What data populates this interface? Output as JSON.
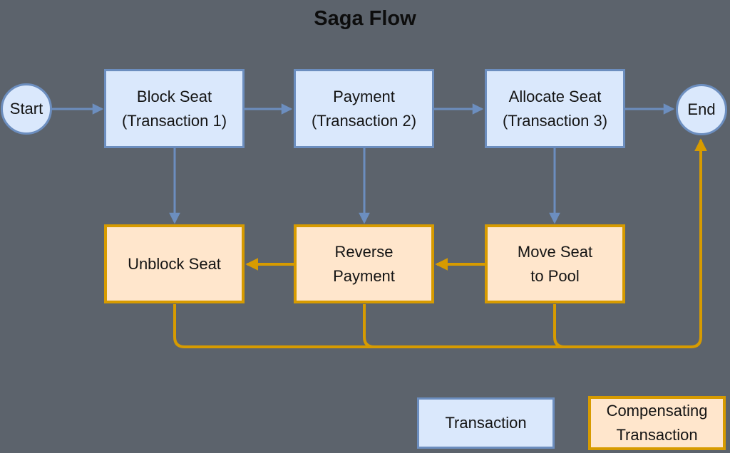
{
  "title": "Saga Flow",
  "colors": {
    "background": "#5C636C",
    "transaction_fill": "#DAE8FC",
    "transaction_stroke": "#6C8EBF",
    "compensating_fill": "#FFE6CC",
    "compensating_stroke": "#D79B00",
    "text": "#141414"
  },
  "nodes": {
    "start": {
      "label": "Start"
    },
    "block_seat": {
      "line1": "Block Seat",
      "line2": "(Transaction 1)"
    },
    "payment": {
      "line1": "Payment",
      "line2": "(Transaction 2)"
    },
    "allocate_seat": {
      "line1": "Allocate Seat",
      "line2": "(Transaction 3)"
    },
    "end": {
      "label": "End"
    },
    "unblock_seat": {
      "line1": "Unblock Seat"
    },
    "reverse_payment": {
      "line1": "Reverse",
      "line2": "Payment"
    },
    "move_seat_to_pool": {
      "line1": "Move Seat",
      "line2": "to Pool"
    }
  },
  "legend": {
    "transaction": {
      "line1": "Transaction"
    },
    "compensating": {
      "line1": "Compensating",
      "line2": "Transaction"
    }
  },
  "edges": [
    {
      "from": "start",
      "to": "block_seat",
      "type": "transaction-flow"
    },
    {
      "from": "block_seat",
      "to": "payment",
      "type": "transaction-flow"
    },
    {
      "from": "payment",
      "to": "allocate_seat",
      "type": "transaction-flow"
    },
    {
      "from": "allocate_seat",
      "to": "end",
      "type": "transaction-flow"
    },
    {
      "from": "block_seat",
      "to": "unblock_seat",
      "type": "compensation-link"
    },
    {
      "from": "payment",
      "to": "reverse_payment",
      "type": "compensation-link"
    },
    {
      "from": "allocate_seat",
      "to": "move_seat_to_pool",
      "type": "compensation-link"
    },
    {
      "from": "move_seat_to_pool",
      "to": "reverse_payment",
      "type": "compensation-flow"
    },
    {
      "from": "reverse_payment",
      "to": "unblock_seat",
      "type": "compensation-flow"
    },
    {
      "from": "compensation-chain",
      "to": "end",
      "type": "compensation-return"
    }
  ]
}
